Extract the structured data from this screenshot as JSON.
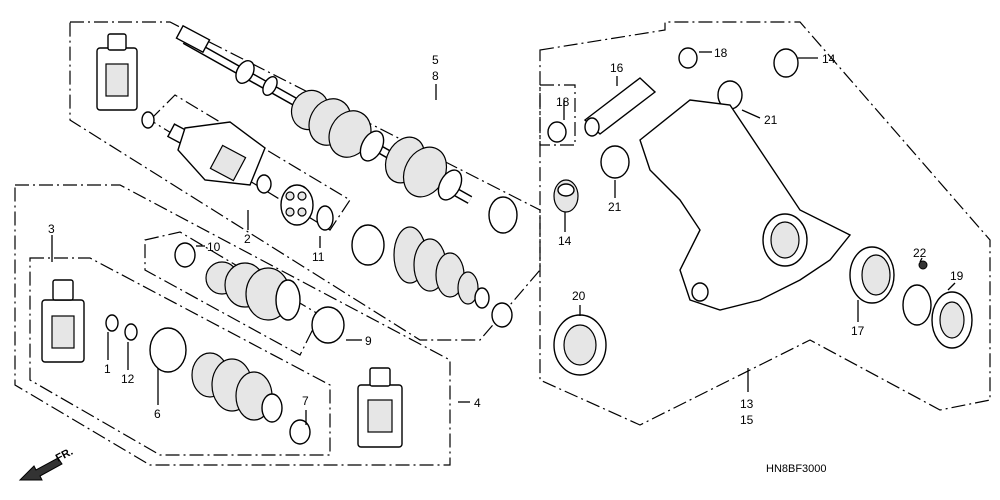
{
  "diagram_code": "HN8BF3000",
  "front_indicator": "FR.",
  "callouts": {
    "c1": "1",
    "c2": "2",
    "c3": "3",
    "c4": "4",
    "c5": "5",
    "c6": "6",
    "c7": "7",
    "c8": "8",
    "c9": "9",
    "c10": "10",
    "c11": "11",
    "c12": "12",
    "c13": "13",
    "c14a": "14",
    "c14b": "14",
    "c15": "15",
    "c16": "16",
    "c17": "17",
    "c18a": "18",
    "c18b": "18",
    "c19": "19",
    "c20": "20",
    "c21a": "21",
    "c21b": "21",
    "c22": "22"
  }
}
